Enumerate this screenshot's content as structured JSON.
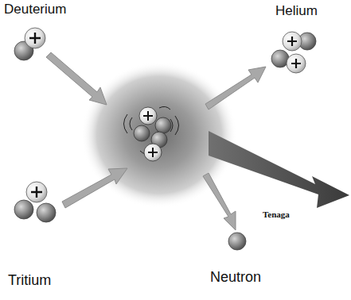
{
  "diagram": {
    "labels": [
      "Deuterium",
      "Helium",
      "Tritium",
      "Neutron",
      "Tenaga"
    ]
  }
}
